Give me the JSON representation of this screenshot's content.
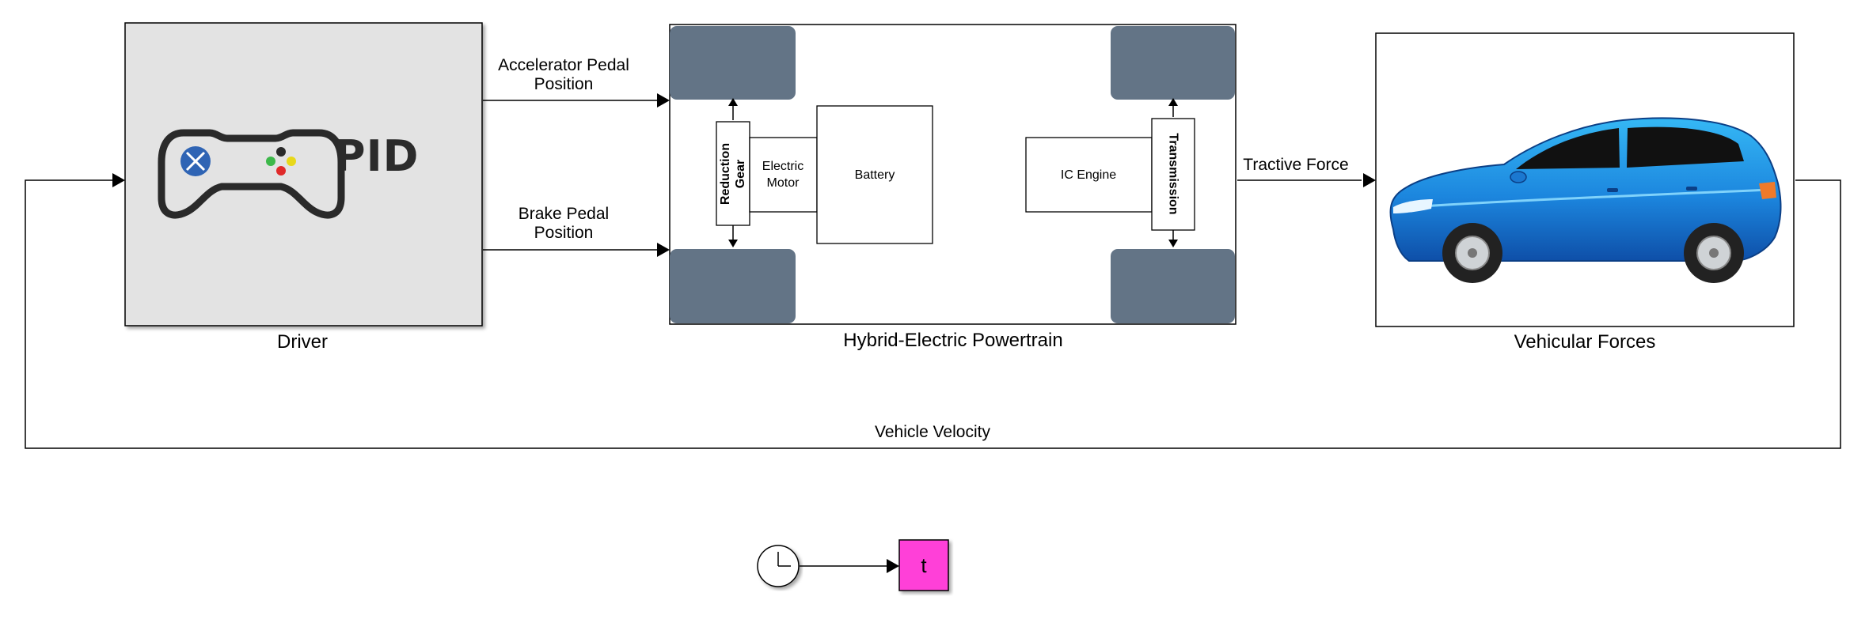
{
  "colors": {
    "line": "#000000",
    "driver_bg": "#e3e3e3",
    "wheel": "#637486",
    "car_body": "#1f8fe0",
    "to_workspace": "#ff40d8",
    "gamepad_x": "#2f64b4",
    "button_red": "#e02a2a",
    "button_green": "#3db84a",
    "button_yellow": "#e8d81a"
  },
  "blocks": {
    "driver": {
      "title": "Driver",
      "logo_text": "PID",
      "icon": "gamepad-icon"
    },
    "powertrain": {
      "title": "Hybrid-Electric Powertrain",
      "components": {
        "reduction_gear_line1": "Reduction",
        "reduction_gear_line2": "Gear",
        "electric_motor_line1": "Electric",
        "electric_motor_line2": "Motor",
        "battery": "Battery",
        "ic_engine": "IC Engine",
        "transmission": "Transmission"
      }
    },
    "vehicle": {
      "title": "Vehicular Forces",
      "icon": "car-icon"
    },
    "clock": {
      "icon": "clock-icon"
    },
    "to_workspace": {
      "label": "t"
    }
  },
  "signals": {
    "accelerator_line1": "Accelerator Pedal",
    "accelerator_line2": "Position",
    "brake_line1": "Brake Pedal",
    "brake_line2": "Position",
    "tractive_force": "Tractive Force",
    "vehicle_velocity": "Vehicle Velocity"
  }
}
